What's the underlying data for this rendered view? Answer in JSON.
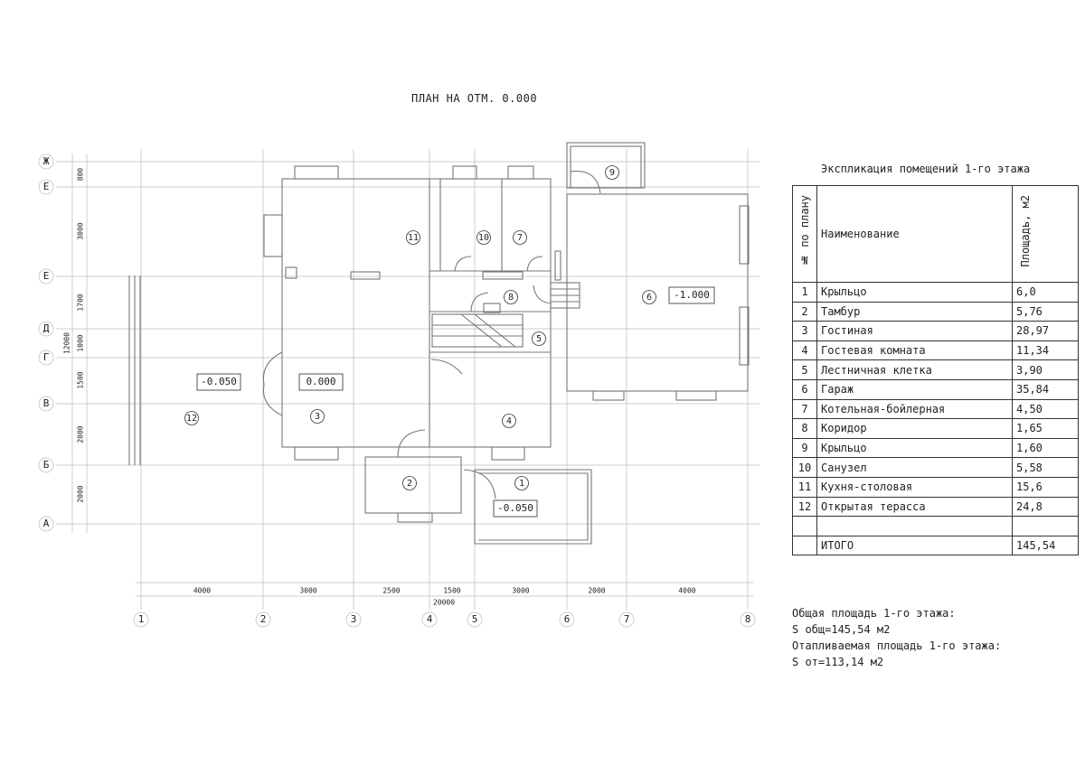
{
  "title": "ПЛАН НА ОТМ. 0.000",
  "explication": {
    "title": "Экспликация помещений 1-го этажа",
    "headers": {
      "num": "№ по плану",
      "name": "Наименование",
      "area": "Площадь, м2"
    },
    "rows": [
      {
        "num": "1",
        "name": "Крыльцо",
        "area": "6,0"
      },
      {
        "num": "2",
        "name": "Тамбур",
        "area": "5,76"
      },
      {
        "num": "3",
        "name": "Гостиная",
        "area": "28,97"
      },
      {
        "num": "4",
        "name": "Гостевая комната",
        "area": "11,34"
      },
      {
        "num": "5",
        "name": "Лестничная клетка",
        "area": "3,90"
      },
      {
        "num": "6",
        "name": "Гараж",
        "area": "35,84"
      },
      {
        "num": "7",
        "name": "Котельная-бойлерная",
        "area": "4,50"
      },
      {
        "num": "8",
        "name": "Коридор",
        "area": "1,65"
      },
      {
        "num": "9",
        "name": "Крыльцо",
        "area": "1,60"
      },
      {
        "num": "10",
        "name": "Санузел",
        "area": "5,58"
      },
      {
        "num": "11",
        "name": "Кухня-столовая",
        "area": "15,6"
      },
      {
        "num": "12",
        "name": "Открытая терасса",
        "area": "24,8"
      }
    ],
    "total_label": "ИТОГО",
    "total_area": "145,54"
  },
  "summary": {
    "line1": "Общая площадь 1-го этажа:",
    "line2": "S общ=145,54 м2",
    "line3": "Отапливаемая площадь 1-го этажа:",
    "line4": "S от=113,14 м2"
  },
  "axes": {
    "vertical": [
      "1",
      "2",
      "3",
      "4",
      "5",
      "6",
      "7",
      "8"
    ],
    "horizontal": [
      "Ж",
      "Е",
      "Е",
      "Д",
      "Г",
      "В",
      "Б",
      "А"
    ]
  },
  "dimensions": {
    "bottom": [
      "4000",
      "3000",
      "2500",
      "1500",
      "3000",
      "2000",
      "4000"
    ],
    "overall": "20000",
    "left": [
      "800",
      "3000",
      "1700",
      "1000",
      "1500",
      "2000",
      "2000"
    ],
    "left_total": "12000"
  },
  "rooms": [
    "1",
    "2",
    "3",
    "4",
    "5",
    "6",
    "7",
    "8",
    "9",
    "10",
    "11",
    "12"
  ],
  "levels": [
    "-0.050",
    "0.000",
    "-1.000",
    "-0.050"
  ]
}
